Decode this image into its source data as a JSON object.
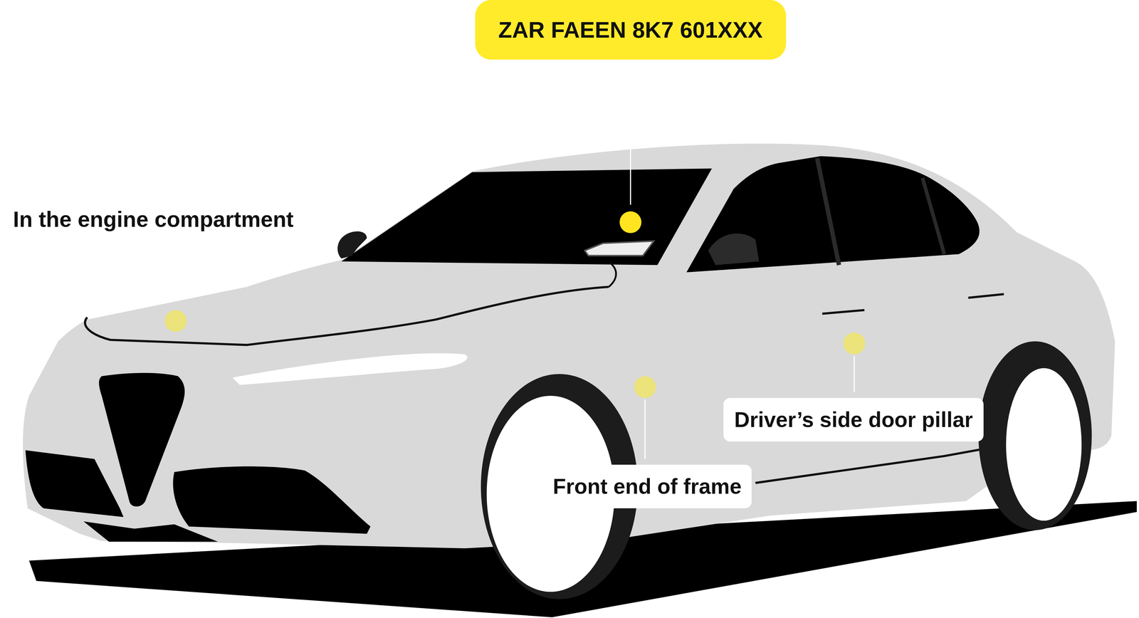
{
  "diagram": {
    "nodes": [
      {
        "text": [
          "ZAR FAEEN 8K7 601XXX"
        ]
      },
      {
        "text": [
          "Driver’s side door pillar"
        ]
      },
      {
        "text": [
          "Front end of frame"
        ]
      }
    ],
    "labels": [
      "In the engine compartment"
    ]
  }
}
